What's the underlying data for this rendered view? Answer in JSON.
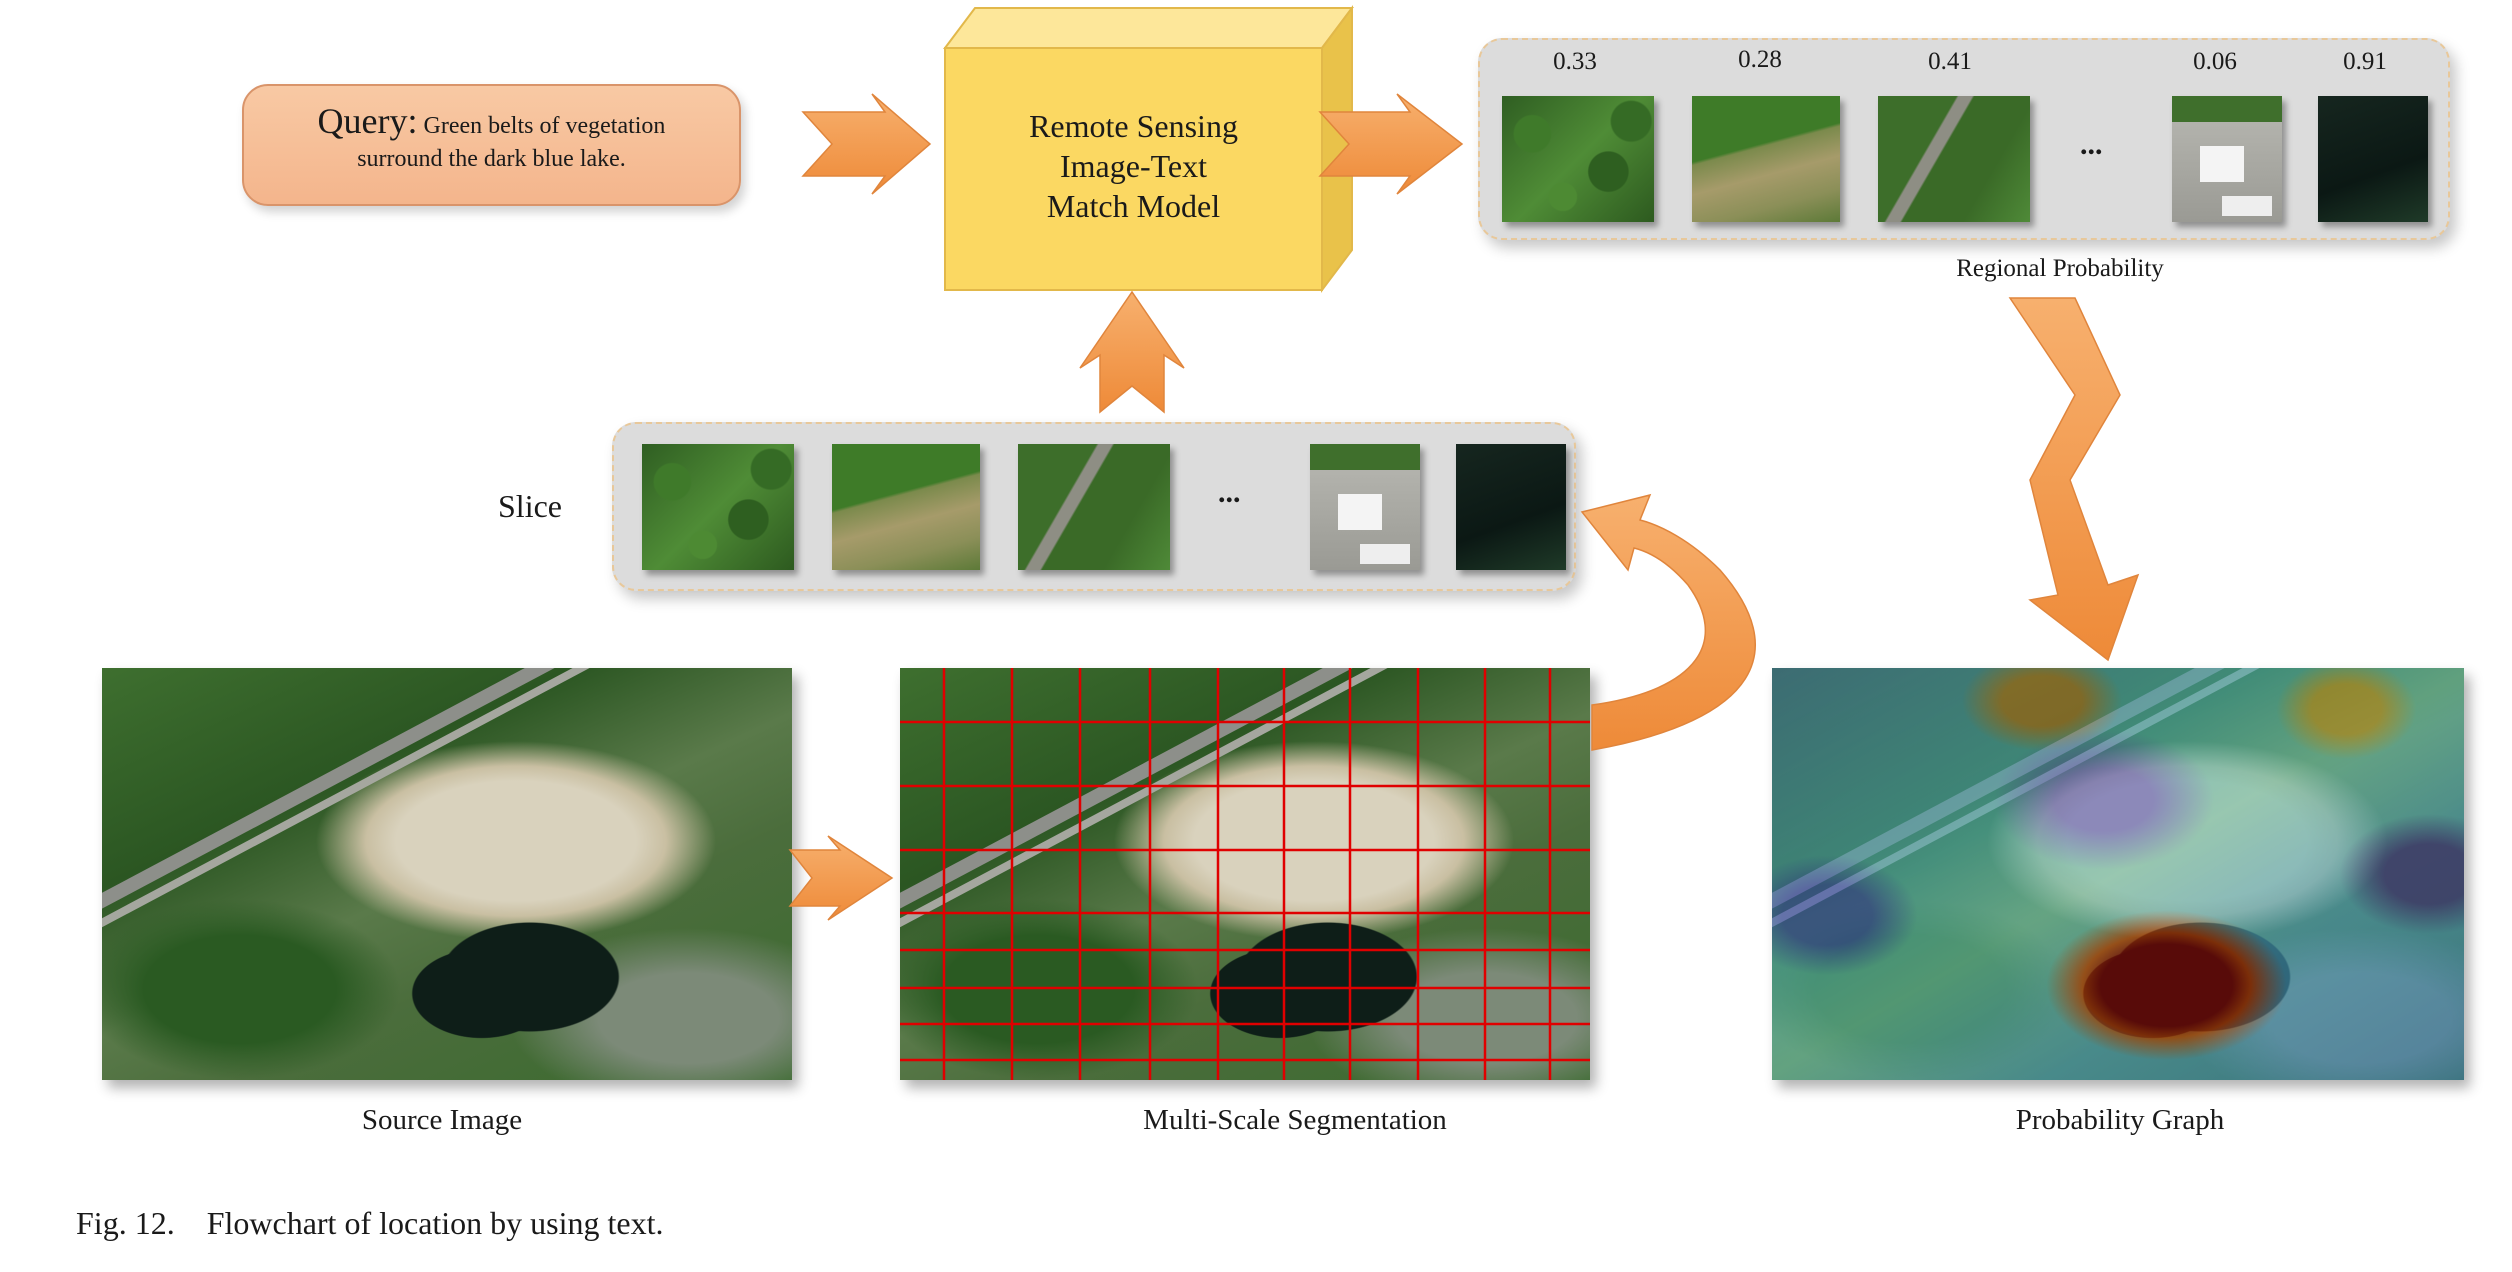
{
  "query": {
    "prefix": "Query:",
    "line1": "Green belts of vegetation",
    "line2": "surround the dark blue lake."
  },
  "model": {
    "line1": "Remote Sensing",
    "line2": "Image-Text",
    "line3": "Match Model"
  },
  "regional": {
    "probabilities": [
      "0.33",
      "0.28",
      "0.41",
      "0.06",
      "0.91"
    ],
    "ellipsis": "...",
    "caption": "Regional Probability"
  },
  "slice": {
    "label": "Slice",
    "ellipsis": "..."
  },
  "images": {
    "source_caption": "Source Image",
    "segmentation_caption": "Multi-Scale Segmentation",
    "probability_caption": "Probability Graph"
  },
  "figure_caption": "Fig. 12.    Flowchart of location by using text.",
  "colors": {
    "arrow": "#f29a4f",
    "model_box": "#fbd862",
    "query_box": "#f6bf98",
    "grid": "#e00000"
  }
}
